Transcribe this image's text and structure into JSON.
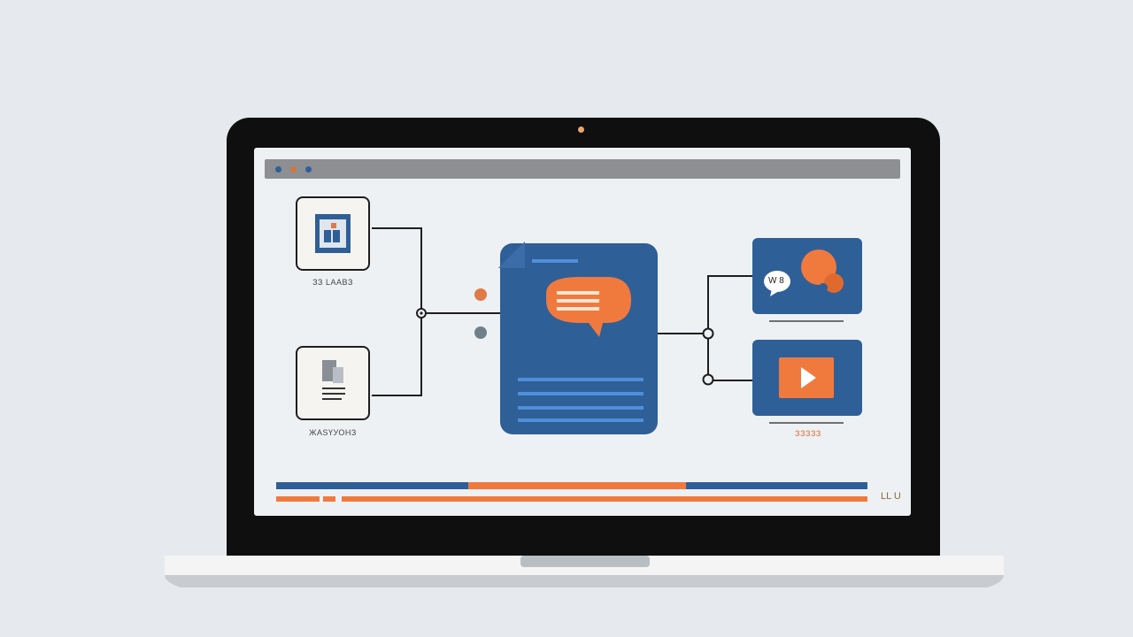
{
  "nodes": {
    "top_left_label": "ЗЗ LAABЗ",
    "bottom_left_label": "ЖАЅҮУОНЗ",
    "bottom_right_label": "ЗЗЗЗЗ"
  },
  "chat_bubble_text": "W 8",
  "progress_end_label": "LL U",
  "colors": {
    "blue": "#2f5f97",
    "orange": "#f07a3e",
    "gray": "#6f8089"
  },
  "icons": [
    "image-icon",
    "document-icon",
    "chat-bubble-icon",
    "play-icon"
  ]
}
